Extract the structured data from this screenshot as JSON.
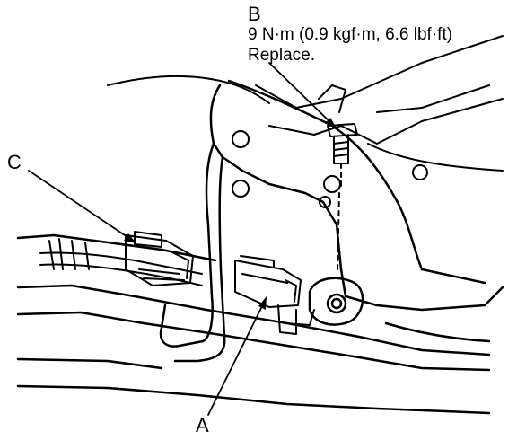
{
  "callouts": {
    "a": {
      "letter": "A"
    },
    "b": {
      "letter": "B",
      "torque": "9 N·m (0.9 kgf·m, 6.6 lbf·ft)",
      "note": "Replace."
    },
    "c": {
      "letter": "C"
    }
  },
  "colors": {
    "line": "#000000",
    "background": "#ffffff"
  }
}
